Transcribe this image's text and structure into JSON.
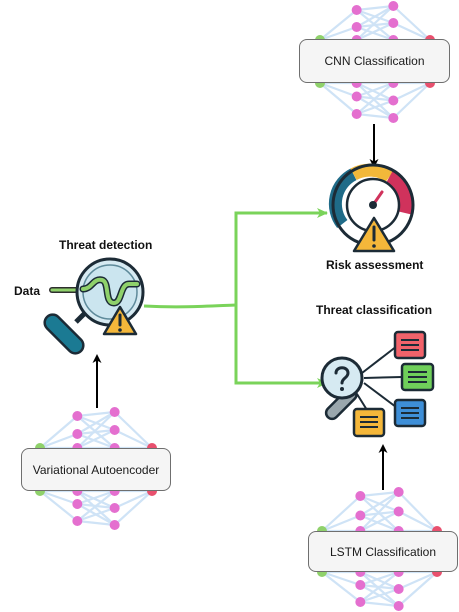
{
  "labels": {
    "cnn_box": "CNN Classification",
    "risk": "Risk assessment",
    "threat_detection": "Threat detection",
    "data": "Data",
    "threat_classification": "Threat classification",
    "vae_box": "Variational Autoencoder",
    "lstm_box": "LSTM Classification"
  },
  "colors": {
    "arrow_green": "#7ad35a",
    "arrow_black": "#000000",
    "net_edge": "#cfe3f6",
    "node_green": "#8fd16b",
    "node_pink": "#e46fcf",
    "node_red": "#e8506e",
    "box_fill": "#f5f5f5"
  },
  "icons": [
    "neural-network-icon",
    "gauge-icon",
    "warning-icon",
    "magnifier-icon",
    "question-icon",
    "document-icon"
  ]
}
